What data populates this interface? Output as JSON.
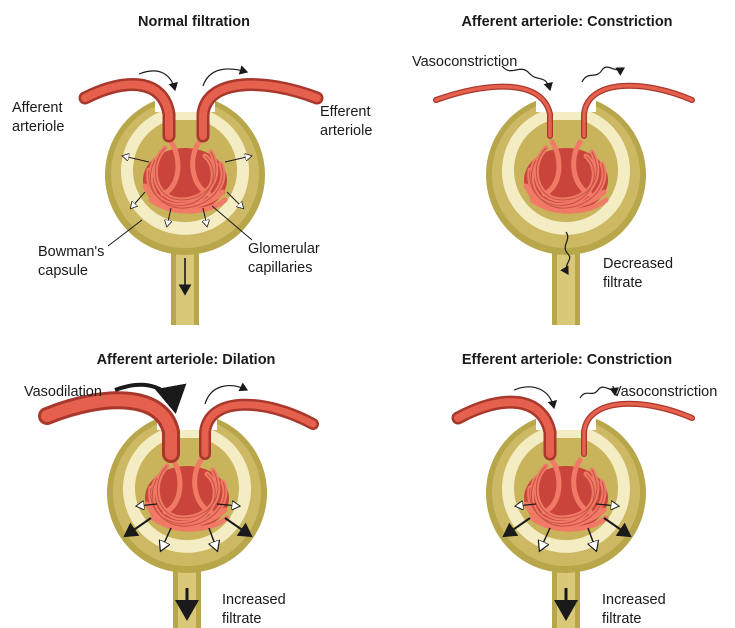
{
  "panels": {
    "normal": {
      "title": "Normal filtration",
      "labels": {
        "afferent": [
          "Afferent",
          "arteriole"
        ],
        "efferent": [
          "Efferent",
          "arteriole"
        ],
        "bowman": [
          "Bowman's",
          "capsule"
        ],
        "glomerular": [
          "Glomerular",
          "capillaries"
        ]
      }
    },
    "afferent_constriction": {
      "title": "Afferent arteriole: Constriction",
      "labels": {
        "vaso": "Vasoconstriction",
        "filtrate": [
          "Decreased",
          "filtrate"
        ]
      }
    },
    "afferent_dilation": {
      "title": "Afferent arteriole: Dilation",
      "labels": {
        "vaso": "Vasodilation",
        "filtrate": [
          "Increased",
          "filtrate"
        ]
      }
    },
    "efferent_constriction": {
      "title": "Efferent arteriole: Constriction",
      "labels": {
        "vaso": "Vasoconstriction",
        "filtrate": [
          "Increased",
          "filtrate"
        ]
      }
    }
  },
  "colors": {
    "capsule_outer": "#b8a64a",
    "capsule_mid": "#d8c878",
    "capsule_space": "#f4edc4",
    "capsule_inner": "#c9b45c",
    "vessel_dark": "#a8382b",
    "vessel_light": "#e6604e",
    "arrow": "#1a1a1a"
  }
}
